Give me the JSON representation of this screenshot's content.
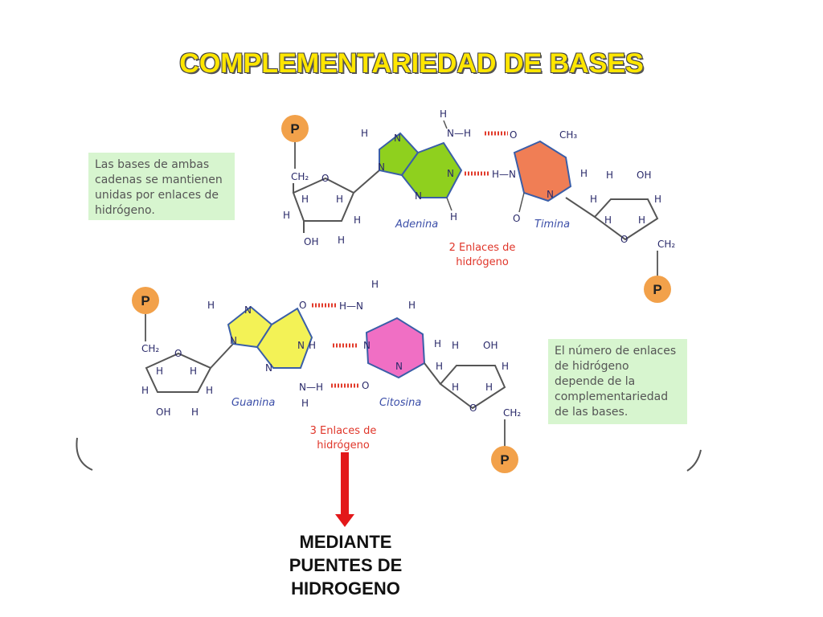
{
  "title": "COMPLEMENTARIEDAD DE BASES",
  "notes": {
    "left": [
      "Las bases de ambas",
      "cadenas se mantienen",
      "unidas por enlaces de",
      "hidrógeno."
    ],
    "right": [
      "El número de enlaces",
      "de hidrógeno",
      "depende de la",
      "complementariedad",
      "de las bases."
    ]
  },
  "pairs": {
    "top": {
      "base1": "Adenina",
      "base2": "Timina",
      "bond_label": [
        "2 Enlaces de",
        "hidrógeno"
      ]
    },
    "bottom": {
      "base1": "Guanina",
      "base2": "Citosina",
      "bond_label": [
        "3 Enlaces de",
        "hidrógeno"
      ]
    }
  },
  "phosphate_label": "P",
  "atoms": {
    "H": "H",
    "N": "N",
    "O": "O",
    "CH2": "CH₂",
    "CH3": "CH₃",
    "OH": "OH",
    "NH": "N—H",
    "HN": "H—N"
  },
  "caption": [
    "MEDIANTE",
    "PUENTES DE",
    "HIDROGENO"
  ],
  "colors": {
    "title": "#ffe600",
    "adenine": "#8fd01e",
    "thymine": "#f07e55",
    "guanine": "#f3f256",
    "cytosine": "#f06fc4",
    "phosphate": "#f2a14a",
    "hbond": "#e23a2a",
    "note_bg": "#d7f5cf",
    "arrow": "#e3181a"
  }
}
